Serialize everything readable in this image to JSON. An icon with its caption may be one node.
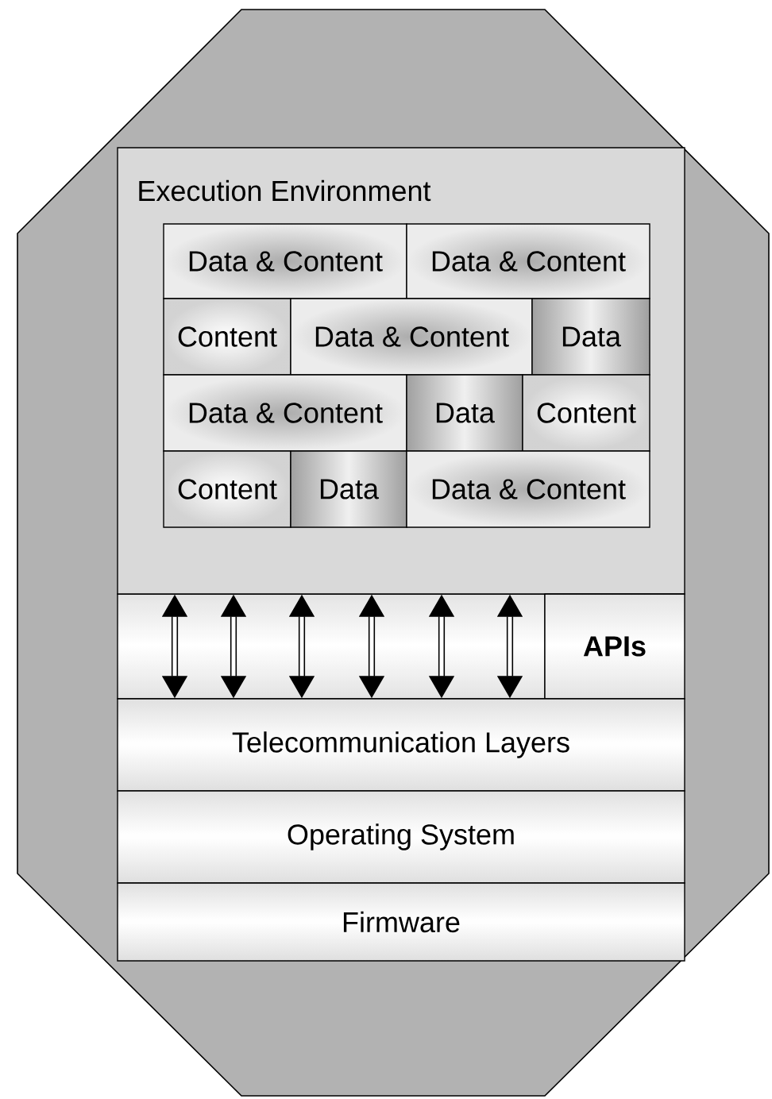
{
  "diagram": {
    "nodes": [
      {
        "text": [],
        "shape": "octagon"
      },
      {
        "text": [
          "Execution Environment"
        ],
        "in": 0
      },
      {
        "text": [
          "Data & Content"
        ],
        "in": 1
      },
      {
        "text": [
          "Data & Content"
        ],
        "in": 1
      },
      {
        "text": [
          "Content"
        ],
        "in": 1
      },
      {
        "text": [
          "Data & Content"
        ],
        "in": 1
      },
      {
        "text": [
          "Data"
        ],
        "in": 1
      },
      {
        "text": [
          "Data & Content"
        ],
        "in": 1
      },
      {
        "text": [
          "Data"
        ],
        "in": 1
      },
      {
        "text": [
          "Content"
        ],
        "in": 1
      },
      {
        "text": [
          "Content"
        ],
        "in": 1
      },
      {
        "text": [
          "Data"
        ],
        "in": 1
      },
      {
        "text": [
          "Data & Content"
        ],
        "in": 1
      },
      {
        "text": [
          "APIs"
        ],
        "in": 0
      },
      {
        "text": [
          "Telecommunication Layers"
        ],
        "in": 0
      },
      {
        "text": [
          "Operating System"
        ],
        "in": 0
      },
      {
        "text": [
          "Firmware"
        ],
        "in": 0
      }
    ],
    "edges": [
      {
        "from": 1,
        "to": 14,
        "arrow": "both"
      },
      {
        "from": 1,
        "to": 14,
        "arrow": "both"
      },
      {
        "from": 1,
        "to": 14,
        "arrow": "both"
      },
      {
        "from": 1,
        "to": 14,
        "arrow": "both"
      },
      {
        "from": 1,
        "to": 14,
        "arrow": "both"
      },
      {
        "from": 1,
        "to": 14,
        "arrow": "both"
      }
    ]
  }
}
